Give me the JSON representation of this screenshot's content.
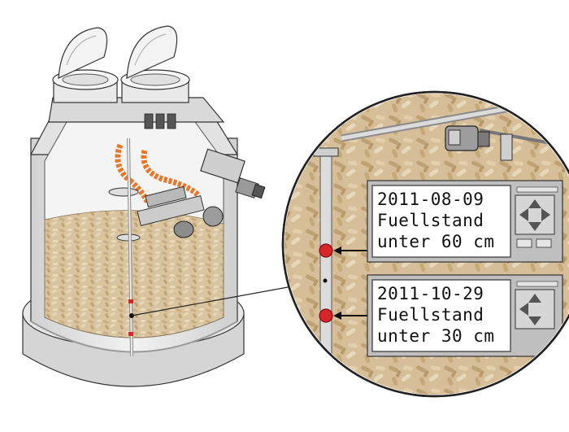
{
  "displays": [
    {
      "date": "2011-08-09",
      "line2": "Fuellstand",
      "line3": "unter 60 cm"
    },
    {
      "date": "2011-10-29",
      "line2": "Fuellstand",
      "line3": "unter 30 cm"
    }
  ],
  "colors": {
    "pellets": "#d9c4a0",
    "pellet_dark": "#b99d6f",
    "tank_shell": "#e4e4e4",
    "tank_shade": "#c7c7c7",
    "hose": "#e8772a",
    "sensor_red": "#d7262b",
    "lcd_bg": "#ffffff",
    "panel": "#bfbfbf"
  },
  "icons": [
    "tank-lid-icon",
    "level-sensor-probe-icon",
    "suction-hose-icon",
    "display-unit-icon",
    "dpad-icon"
  ]
}
